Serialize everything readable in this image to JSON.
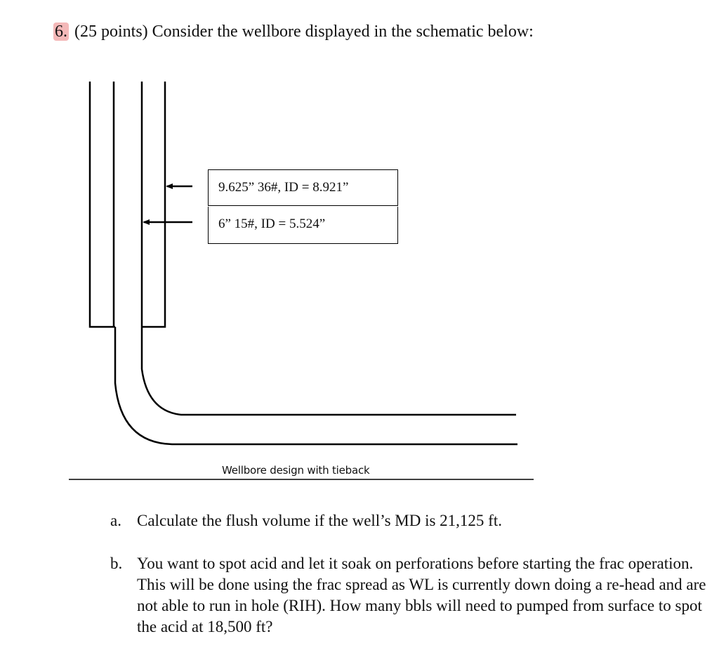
{
  "question": {
    "number": "6.",
    "prompt": "(25 points) Consider the wellbore displayed in the schematic below:"
  },
  "schematic": {
    "casing_labels": [
      "9.625” 36#, ID = 8.921”",
      "6” 15#, ID = 5.524”"
    ],
    "caption": "Wellbore design with tieback"
  },
  "parts": [
    {
      "marker": "a.",
      "text": "Calculate the flush volume if the well’s MD is 21,125 ft."
    },
    {
      "marker": "b.",
      "text": "You want to spot acid and let it soak on perforations before starting the frac operation. This will be done using the frac spread as WL is currently down doing a re-head and are not able to run in hole (RIH). How many bbls will need to pumped from surface to spot the acid at 18,500 ft?"
    }
  ]
}
